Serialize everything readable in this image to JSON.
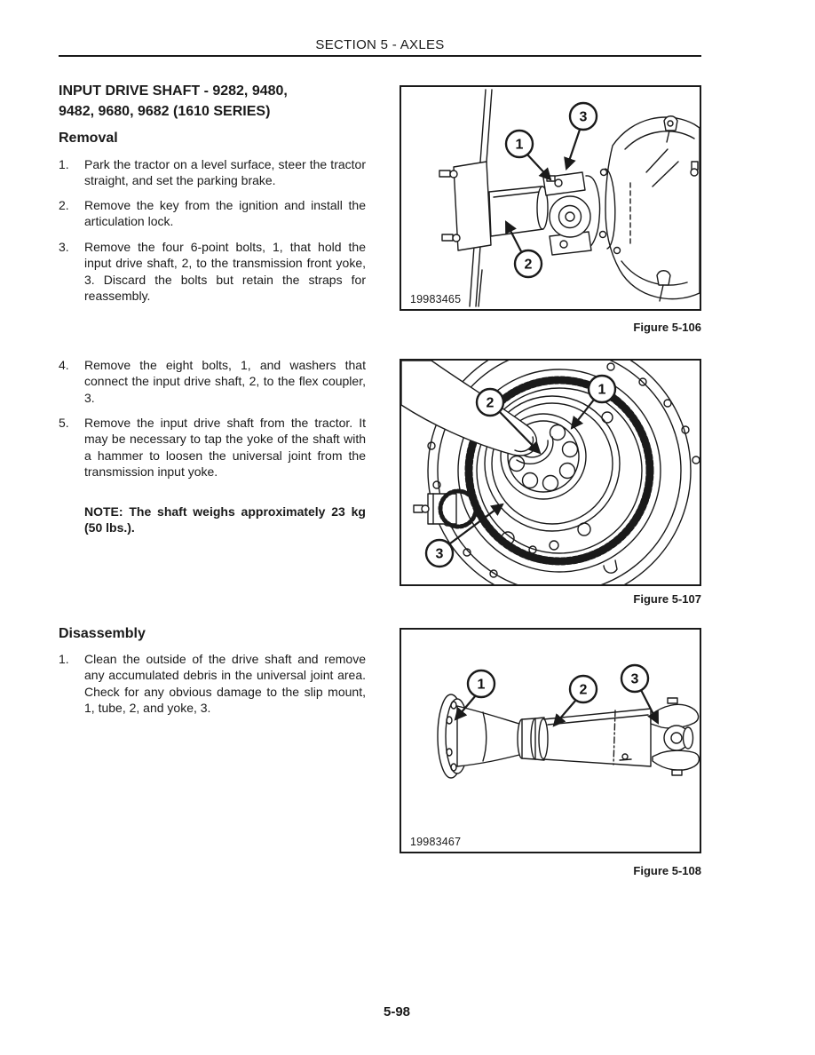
{
  "page": {
    "header": "SECTION 5 - AXLES",
    "page_number": "5-98"
  },
  "article": {
    "title_line1": "INPUT DRIVE SHAFT - 9282, 9480,",
    "title_line2": "9482, 9680, 9682 (1610 SERIES)",
    "removal": {
      "heading": "Removal",
      "steps": [
        {
          "num": "1.",
          "text": "Park the tractor on a level surface, steer the tractor straight, and set the parking brake."
        },
        {
          "num": "2.",
          "text": "Remove the key from the ignition and install the articulation lock."
        },
        {
          "num": "3.",
          "text": "Remove the four 6-point bolts, 1, that hold the input drive shaft, 2, to the transmission front yoke, 3. Discard the bolts but retain the straps for reassembly."
        },
        {
          "num": "4.",
          "text": "Remove the eight bolts, 1, and washers that connect the input drive shaft, 2, to the flex coupler, 3."
        },
        {
          "num": "5.",
          "text": "Remove the input drive shaft from the tractor. It may be necessary to tap the yoke of the shaft with a hammer to loosen the universal joint from the transmission input yoke."
        }
      ],
      "note": "NOTE: The shaft weighs approximately 23 kg (50 lbs.)."
    },
    "disassembly": {
      "heading": "Disassembly",
      "steps": [
        {
          "num": "1.",
          "text": "Clean the outside of the drive shaft and remove any accumulated debris in the universal joint area. Check for any obvious damage to the slip mount, 1, tube, 2, and yoke, 3."
        }
      ]
    }
  },
  "figures": [
    {
      "caption": "Figure 5-106",
      "photo_id": "19983465",
      "callouts": [
        "1",
        "2",
        "3"
      ]
    },
    {
      "caption": "Figure 5-107",
      "photo_id": "",
      "callouts": [
        "1",
        "2",
        "3"
      ]
    },
    {
      "caption": "Figure 5-108",
      "photo_id": "19983467",
      "callouts": [
        "1",
        "2",
        "3"
      ]
    }
  ],
  "colors": {
    "ink": "#1a1a1a",
    "paper": "#ffffff"
  }
}
